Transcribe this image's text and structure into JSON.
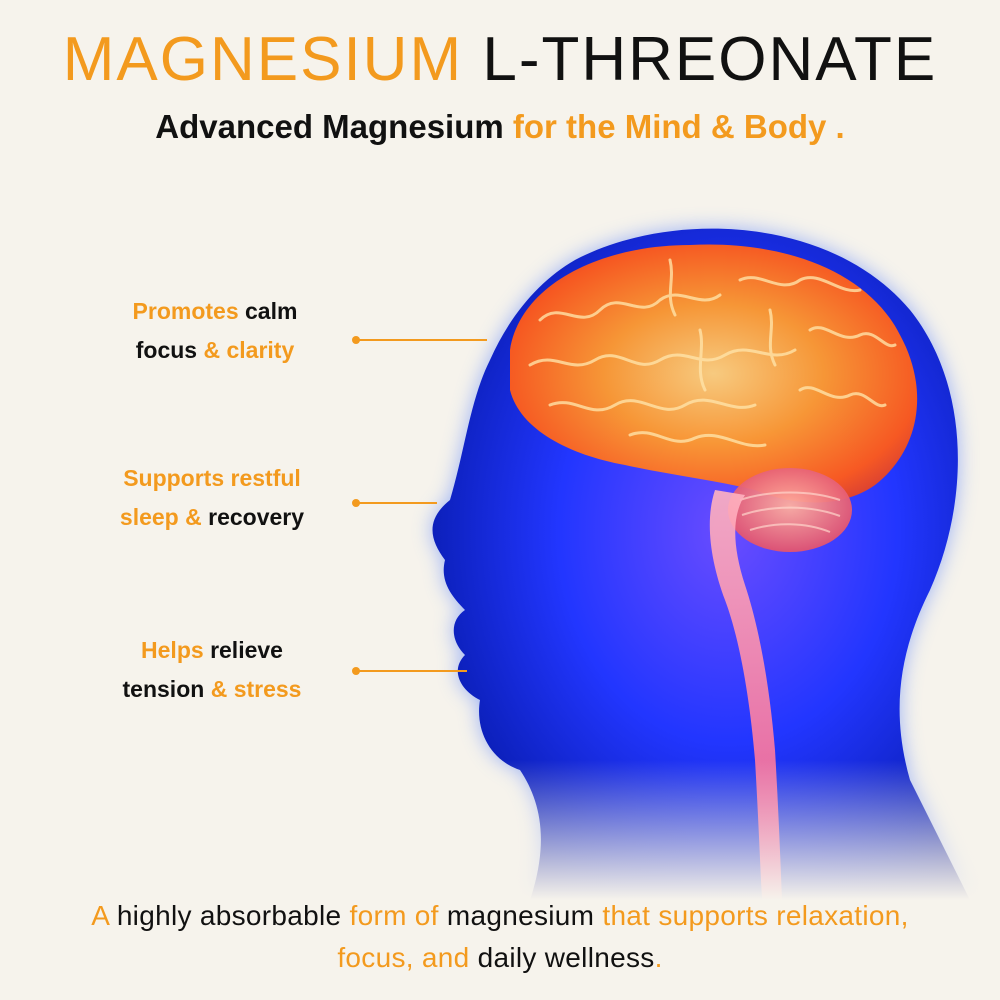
{
  "header": {
    "title_part1": "MAGNESIUM",
    "title_part2": "L-THREONATE",
    "subtitle_part1": "Advanced Magnesium",
    "subtitle_part2": "for the Mind & Body ."
  },
  "benefits": [
    {
      "line1_a": "Promotes",
      "line1_b": "calm",
      "line2_a": "focus",
      "line2_b": "& clarity"
    },
    {
      "line1_a": "Supports restful",
      "line2_a": "sleep &",
      "line2_b": "recovery"
    },
    {
      "line1_a": "Helps",
      "line1_b": "relieve",
      "line2_a": "tension",
      "line2_b": "& stress"
    }
  ],
  "footer": {
    "p1": "A",
    "p2": "highly absorbable",
    "p3": "form of",
    "p4": "magnesium",
    "p5": "that supports relaxation,",
    "p6": "focus, and",
    "p7": "daily wellness",
    "p8": "."
  },
  "colors": {
    "accent": "#f39a1e",
    "text": "#111111",
    "background": "#f6f3ec",
    "glow_blue": "#1e3dff",
    "brain_orange": "#ff7a1a"
  },
  "icons": {
    "illustration": "glowing-head-brain-icon"
  }
}
